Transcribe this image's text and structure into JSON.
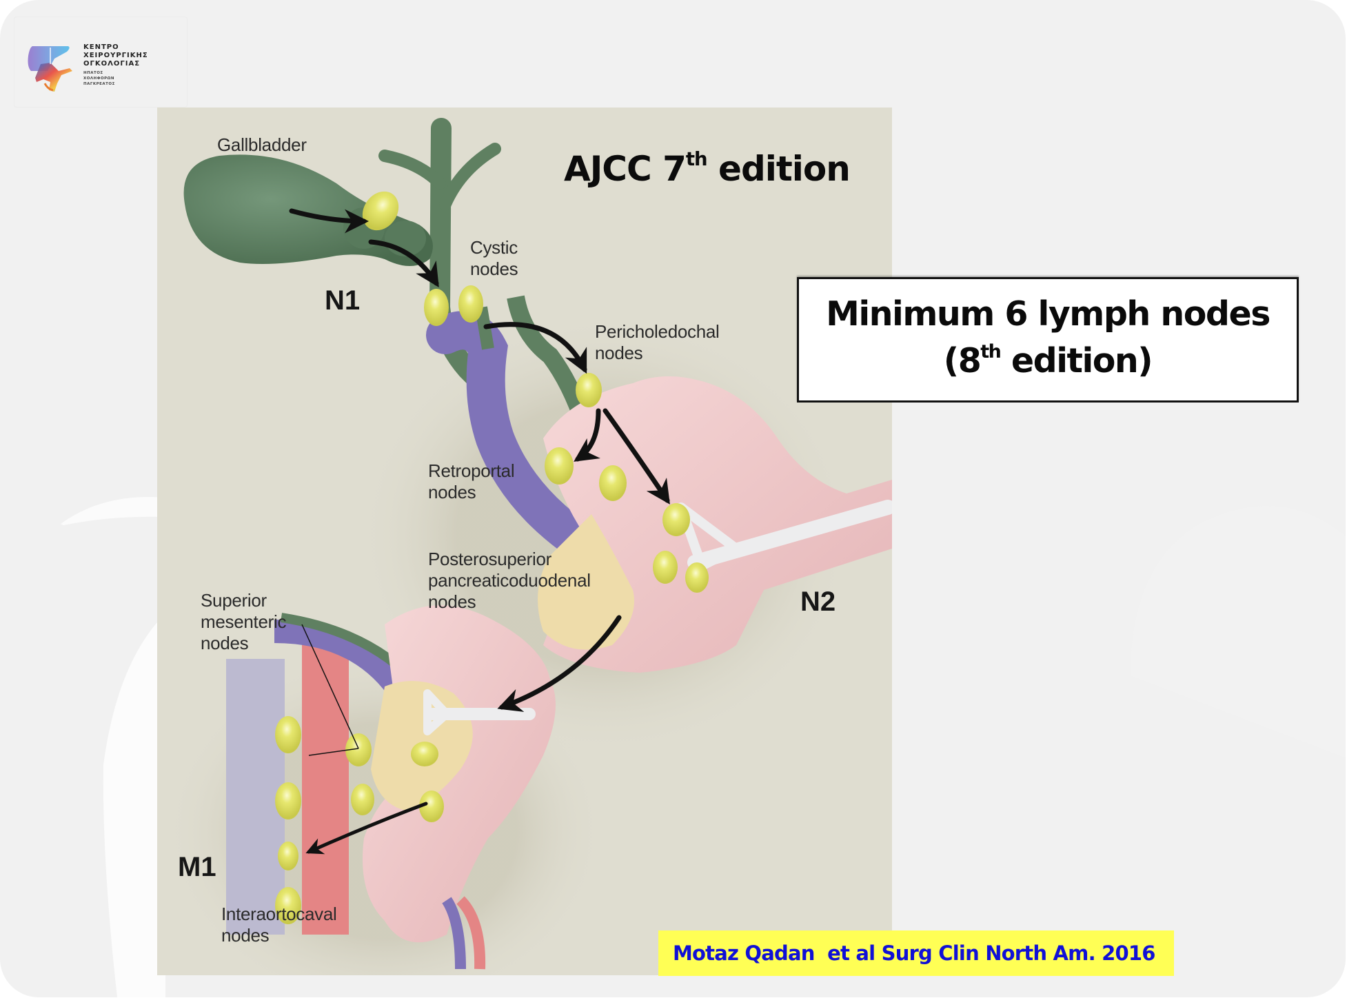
{
  "slide": {
    "background_color": "#f1f1f1",
    "logo": {
      "icon": "liver-pancreas-logo-icon",
      "title_lines": [
        "ΚΕΝΤΡΟ",
        "ΧΕΙΡΟΥΡΓΙΚΗΣ",
        "ΟΓΚΟΛΟΓΙΑΣ"
      ],
      "subtitle_lines": [
        "ΗΠΑΤΟΣ",
        "ΧΟΛΗΦΟΡΩΝ",
        "ΠΑΓΚΡΕΑΤΟΣ"
      ]
    },
    "figure": {
      "title_main": "AJCC 7",
      "title_sup": "th",
      "title_rest": " edition",
      "labels": {
        "gallbladder": "Gallbladder",
        "cystic": "Cystic\nnodes",
        "pericholedochal": "Pericholedochal\nnodes",
        "retroportal": "Retroportal\nnodes",
        "posterosuperior": "Posterosuperior\npancreaticoduodenal\nnodes",
        "superior_mesenteric": "Superior\nmesenteric\nnodes",
        "interaortocaval": "Interaortocaval\nnodes"
      },
      "stages": {
        "n1": "N1",
        "n2": "N2",
        "m1": "M1"
      },
      "colors": {
        "panel": "#dfddd0",
        "duct_green": "#5f8061",
        "lymph_node": "#e2e36a",
        "portal_vein": "#7f73b8",
        "artery": "#e48585",
        "duodenum_pink": "#efc6c6",
        "pancreas": "#eedcaa"
      }
    },
    "note": {
      "line1": "Minimum 6 lymph nodes",
      "line2_pre": "(8",
      "line2_sup": "th",
      "line2_post": " edition)"
    },
    "citation": {
      "text": "Motaz Qadan  et al Surg Clin North Am. 2016",
      "background": "#ffff55",
      "color": "#1010d6"
    }
  }
}
